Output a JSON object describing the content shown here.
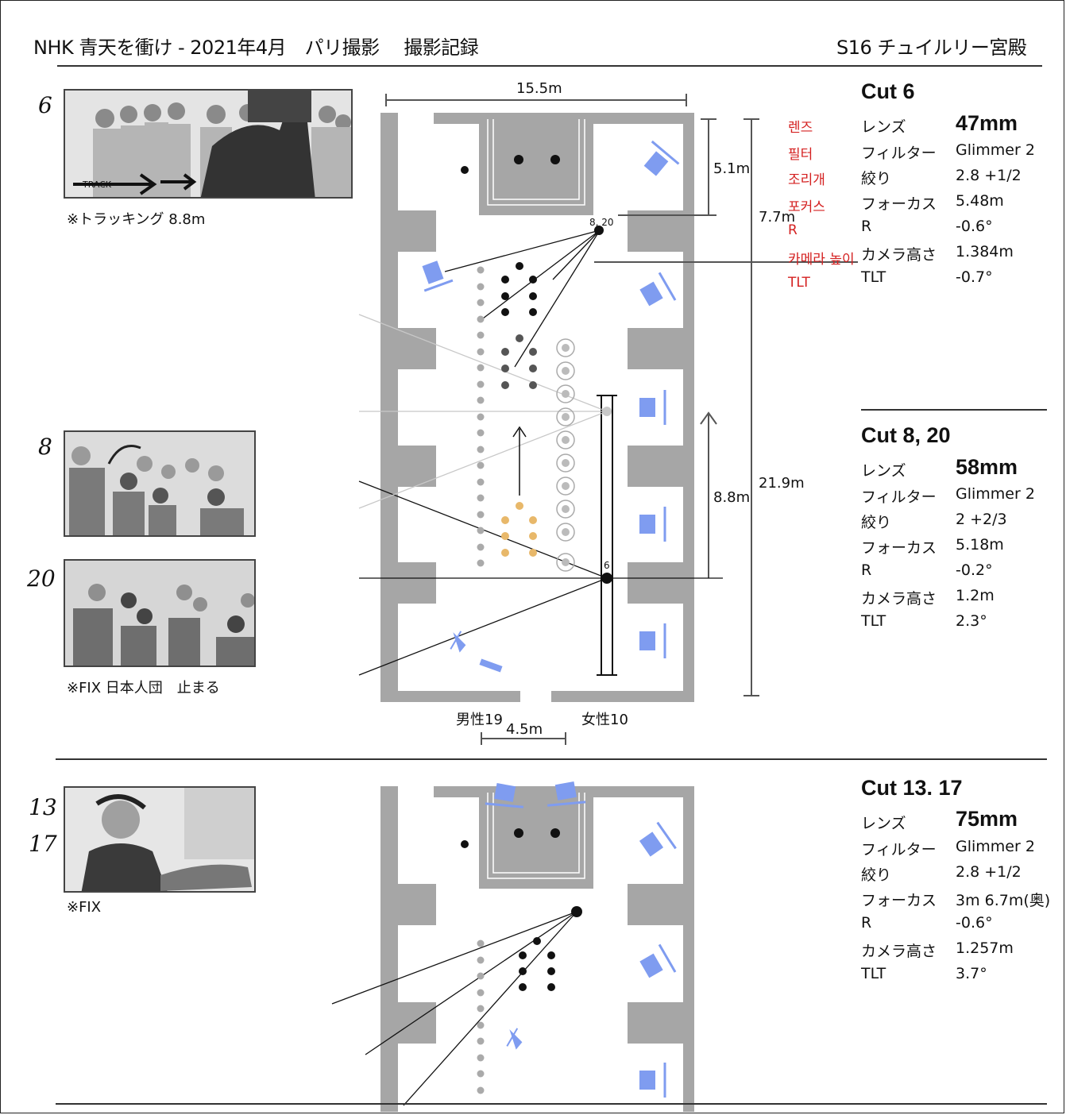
{
  "header": {
    "title_left": "NHK 青天を衝け - 2021年4月　パリ撮影　 撮影記録",
    "title_right": "S16 チュイルリー宮殿"
  },
  "storyboards": [
    {
      "cut_number": "6",
      "sketch_text": "TRACK",
      "note": "※トラッキング 8.8m"
    },
    {
      "cut_number": "8"
    },
    {
      "cut_number": "20",
      "note": "※FIX 日本人団　止まる"
    },
    {
      "cut_number_a": "13",
      "cut_number_b": "17",
      "note": "※FIX"
    }
  ],
  "korean_labels": [
    "렌즈",
    "필터",
    "조리개",
    "포커스",
    "R",
    "카메라 높이",
    "TLT"
  ],
  "spec_labels": [
    "レンズ",
    "フィルター",
    "絞り",
    "フォーカス",
    "R",
    "カメラ高さ",
    "TLT"
  ],
  "cuts": [
    {
      "title": "Cut 6",
      "values": [
        "47mm",
        "Glimmer 2",
        "2.8 +1/2",
        "5.48m",
        "-0.6°",
        "1.384m",
        "-0.7°"
      ]
    },
    {
      "title": "Cut 8, 20",
      "values": [
        "58mm",
        "Glimmer 2",
        "2 +2/3",
        "5.18m",
        "-0.2°",
        "1.2m",
        "2.3°"
      ]
    },
    {
      "title": "Cut 13. 17",
      "values": [
        "75mm",
        "Glimmer 2",
        "2.8 +1/2",
        "3m 6.7m(奥)",
        "-0.6°",
        "1.257m",
        "3.7°"
      ]
    }
  ],
  "plan": {
    "dimensions": {
      "width_top": "15.5m",
      "depth_a": "5.1m",
      "depth_b": "7.7m",
      "track": "8.8m",
      "total": "21.9m",
      "aisle": "4.5m"
    },
    "camera_labels": {
      "cut_8_20": "8, 20",
      "cut_6": "6"
    },
    "group_labels": {
      "men": "男性19",
      "women": "女性10"
    }
  },
  "colors": {
    "wall": "#a6a6a6",
    "light_stand": "#7f9cf0",
    "actor": "#111111",
    "extras_men": "#aaaaaa",
    "extras_japanese": "#e8b86a",
    "korean_annotation": "#d42020"
  }
}
